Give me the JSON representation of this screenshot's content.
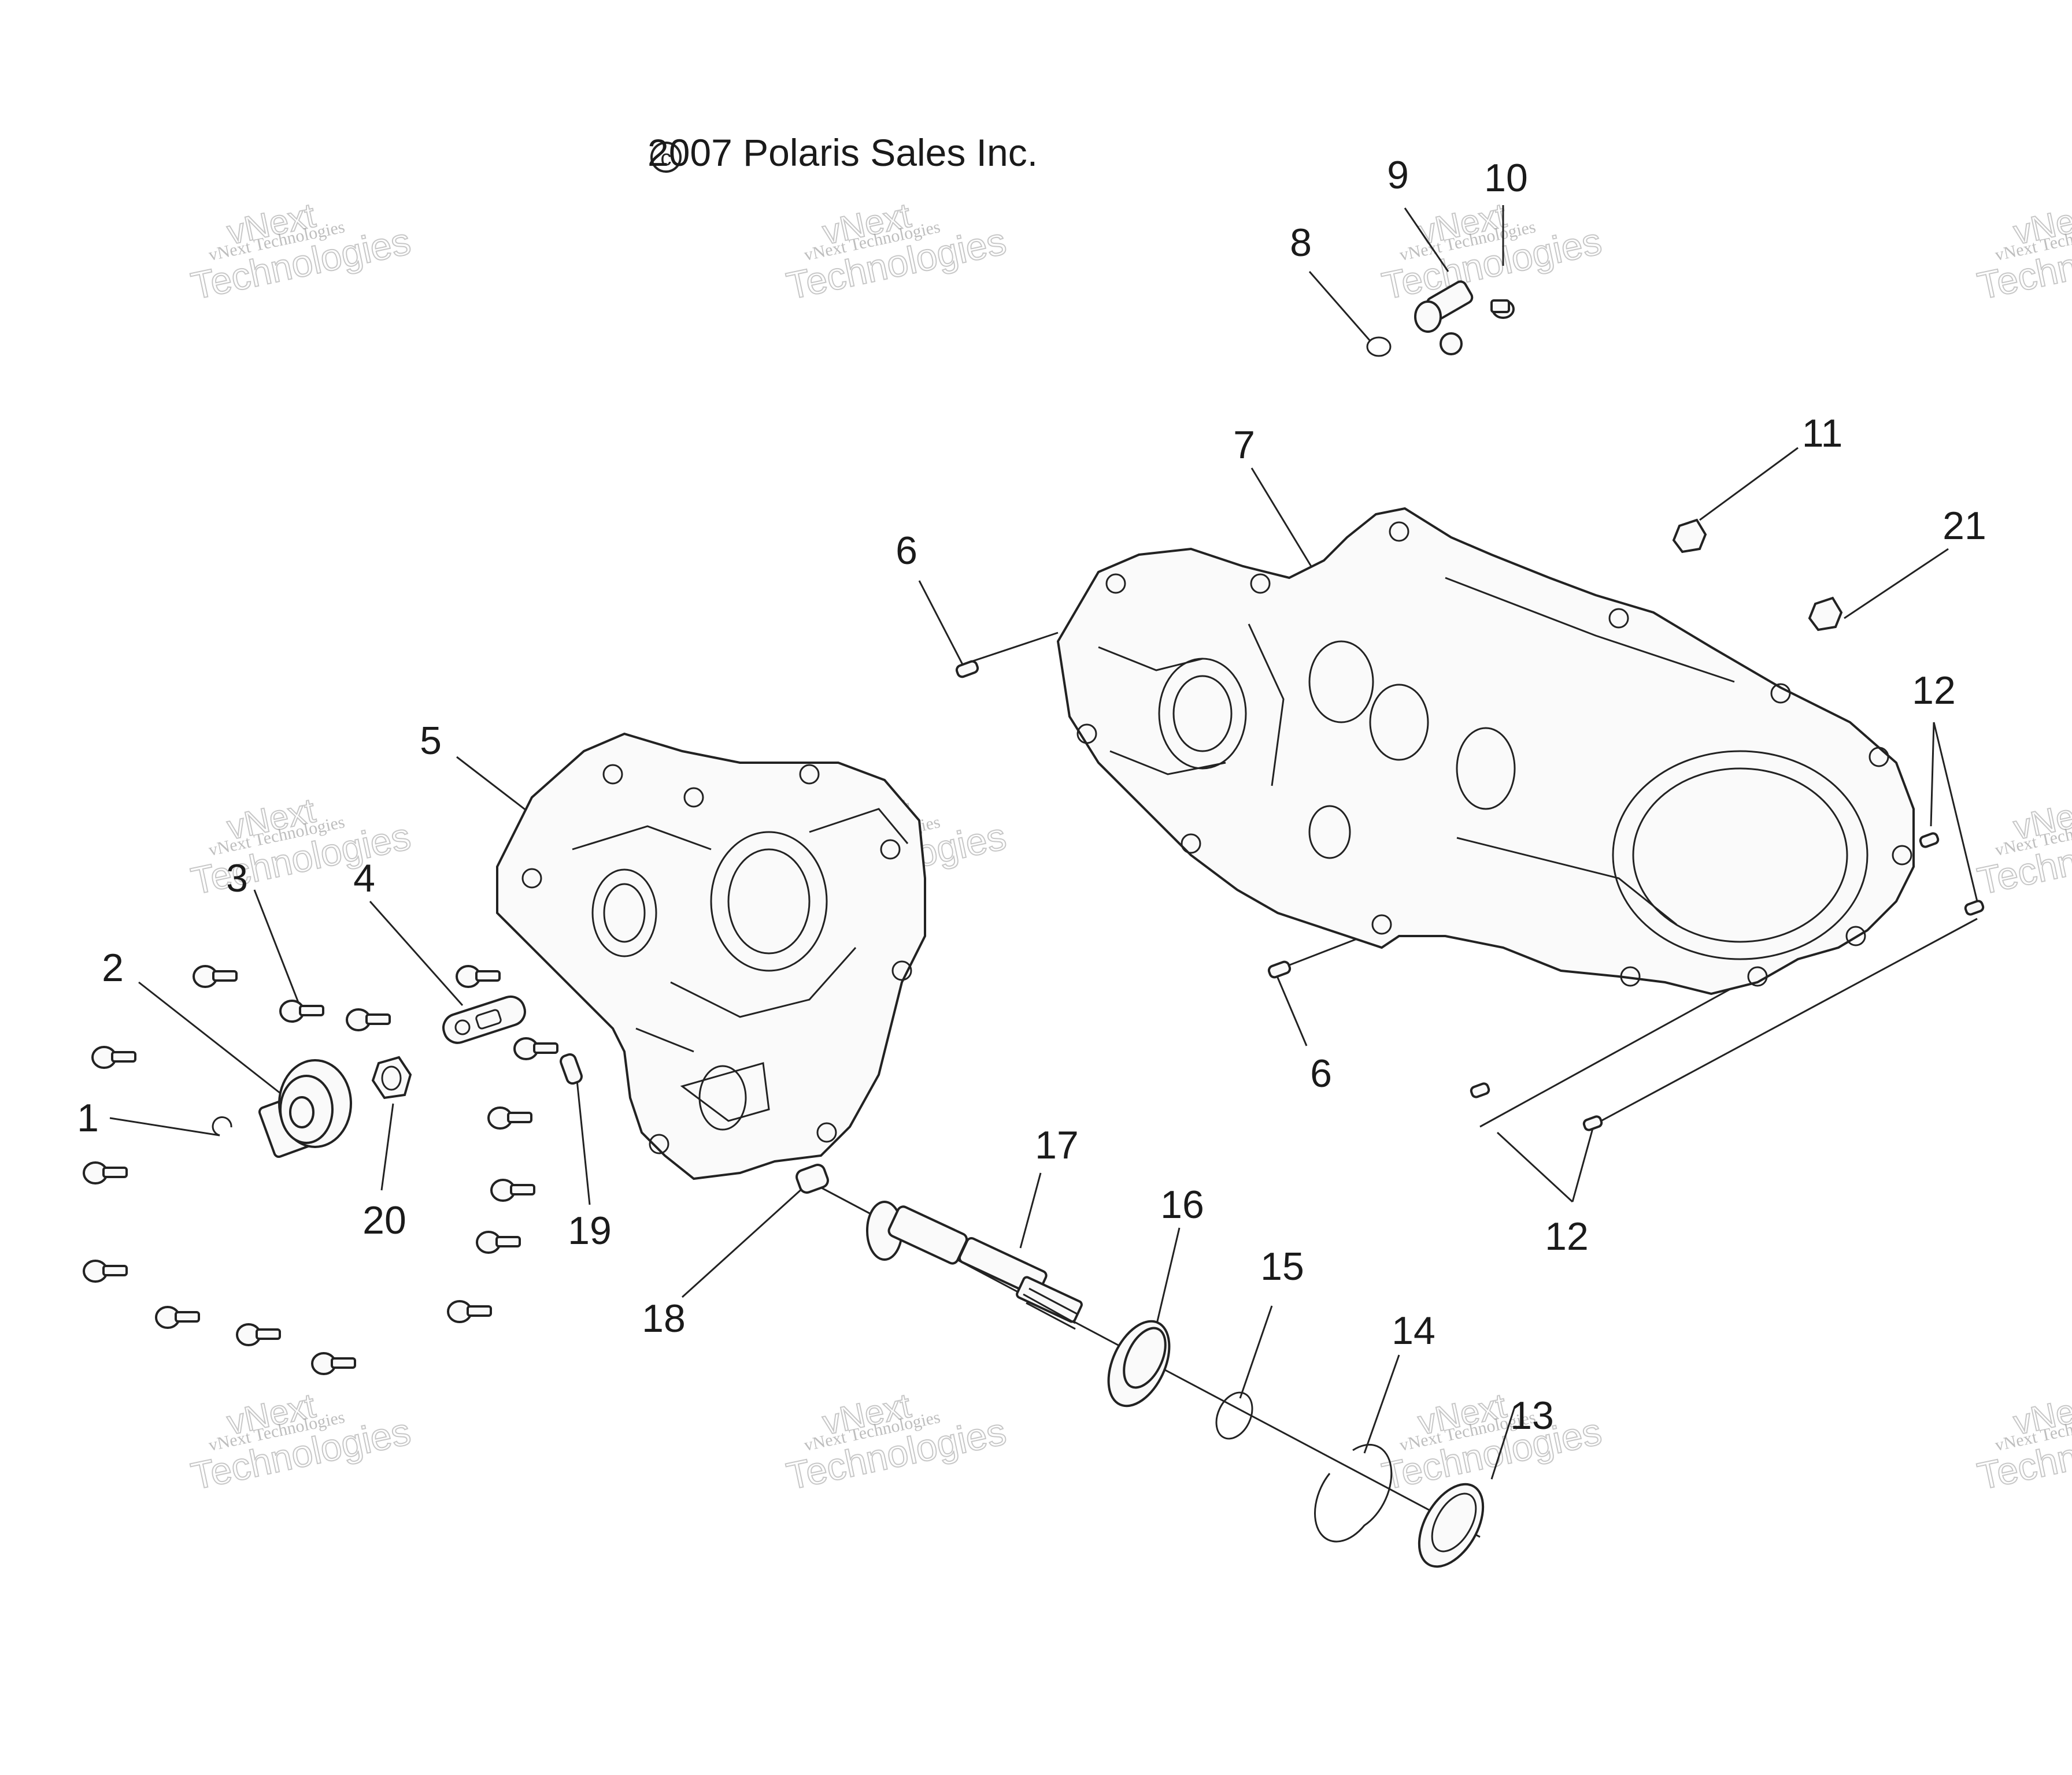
{
  "copyright": "2007 Polaris Sales Inc.",
  "copyright_symbol": "c",
  "watermark": {
    "small": "vNext Technologies",
    "big_top": "vNext",
    "big_bottom": "Technologies"
  },
  "callouts": {
    "c1": "1",
    "c2": "2",
    "c3": "3",
    "c4": "4",
    "c5": "5",
    "c6a": "6",
    "c6b": "6",
    "c7": "7",
    "c8": "8",
    "c9": "9",
    "c10": "10",
    "c11": "11",
    "c12a": "12",
    "c12b": "12",
    "c13": "13",
    "c14": "14",
    "c15": "15",
    "c16": "16",
    "c17": "17",
    "c18": "18",
    "c19": "19",
    "c20": "20",
    "c21": "21"
  }
}
